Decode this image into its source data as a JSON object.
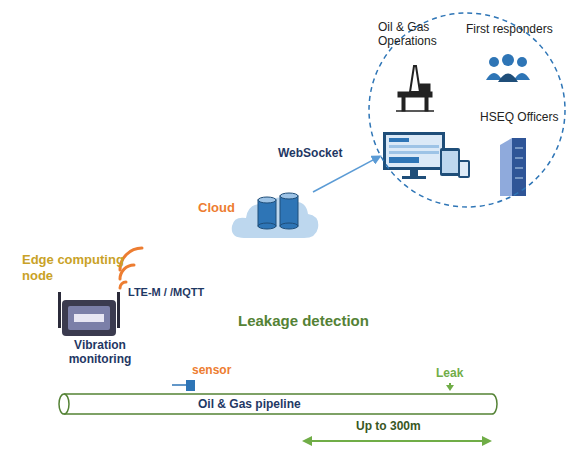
{
  "diagram": {
    "nodes": [
      {
        "text": []
      },
      {
        "text": [
          "Oil & Gas Operations"
        ],
        "in": 0
      },
      {
        "text": [
          "First responders"
        ],
        "in": 0
      },
      {
        "text": [
          "HSEQ Officers"
        ],
        "in": 0
      },
      {
        "text": [
          "Cloud"
        ]
      },
      {
        "text": [
          "Edge computing node",
          "Vibration monitoring"
        ]
      },
      {
        "text": [
          "Oil & Gas pipeline"
        ]
      },
      {
        "text": [
          "sensor"
        ]
      }
    ],
    "edges": [
      {
        "from": 4,
        "to": 0,
        "label": "WebSocket",
        "arrow": "to"
      },
      {
        "from": 5,
        "to": 7,
        "arrow": "none"
      }
    ],
    "labels": [
      "LTE-M / /MQTT",
      "Leakage detection",
      "Leak",
      "Up to 300m"
    ]
  }
}
